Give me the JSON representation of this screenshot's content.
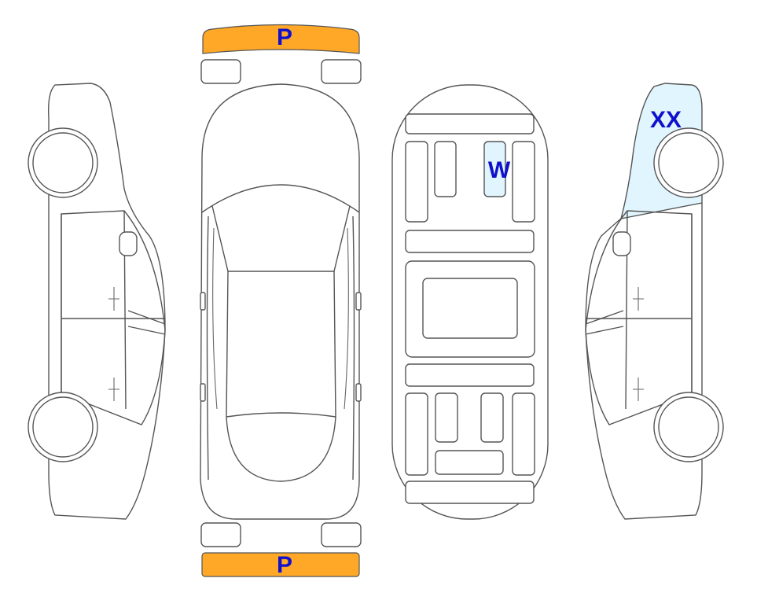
{
  "colors": {
    "bumper_fill": "#FFA726",
    "highlight_fill": "#E1F5FE",
    "label_text": "#1010CC",
    "line": "#555555"
  },
  "marks": {
    "front_bumper": "P",
    "rear_bumper": "P",
    "interior_seat": "W",
    "right_side_front": "XX"
  }
}
